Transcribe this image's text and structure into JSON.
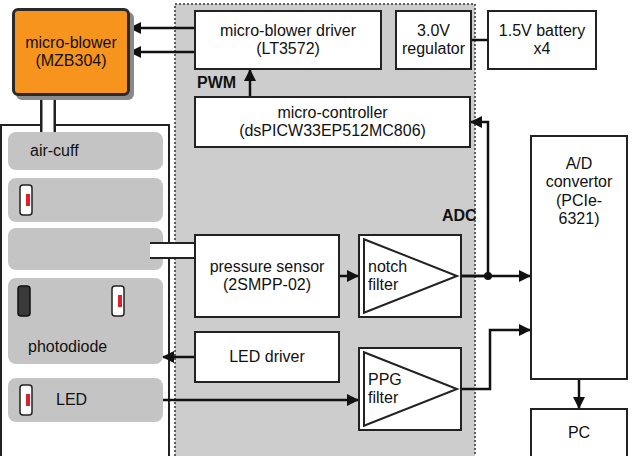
{
  "diagram": {
    "nodes": [
      {
        "text": [
          "micro-blower (MZB304)"
        ]
      },
      {
        "text": [
          "micro-blower driver (LT3572)"
        ]
      },
      {
        "text": [
          "3.0V regulator"
        ]
      },
      {
        "text": [
          "1.5V battery x4"
        ]
      },
      {
        "text": [
          "micro-controller (dsPICW33EP512MC806)"
        ]
      },
      {
        "text": [
          "air-cuff"
        ]
      },
      {
        "text": [
          "pressure sensor (2SMPP-02)"
        ]
      },
      {
        "text": [
          "notch filter"
        ]
      },
      {
        "text": [
          "photodiode"
        ]
      },
      {
        "text": [
          "LED driver"
        ]
      },
      {
        "text": [
          "PPG filter"
        ]
      },
      {
        "text": [
          "LED"
        ]
      },
      {
        "text": [
          "A/D convertor (PCIe-6321)"
        ]
      },
      {
        "text": [
          "PC"
        ]
      }
    ],
    "edges": [
      {
        "from": 1,
        "to": 0,
        "arrow": "to"
      },
      {
        "from": 1,
        "to": 0,
        "arrow": "to"
      },
      {
        "from": 2,
        "to": 3,
        "arrow": "none"
      },
      {
        "from": 4,
        "to": 1,
        "arrow": "to"
      },
      {
        "from": 0,
        "to": 5,
        "arrow": "none"
      },
      {
        "from": 6,
        "to": 7,
        "arrow": "to"
      },
      {
        "from": 7,
        "to": 4,
        "arrow": "to"
      },
      {
        "from": 7,
        "to": 12,
        "arrow": "to"
      },
      {
        "from": 9,
        "to": 8,
        "arrow": "to"
      },
      {
        "from": 11,
        "to": 10,
        "arrow": "to"
      },
      {
        "from": 10,
        "to": 12,
        "arrow": "to"
      },
      {
        "from": 12,
        "to": 13,
        "arrow": "to"
      }
    ],
    "labels": [
      "PWM",
      "ADC"
    ]
  }
}
